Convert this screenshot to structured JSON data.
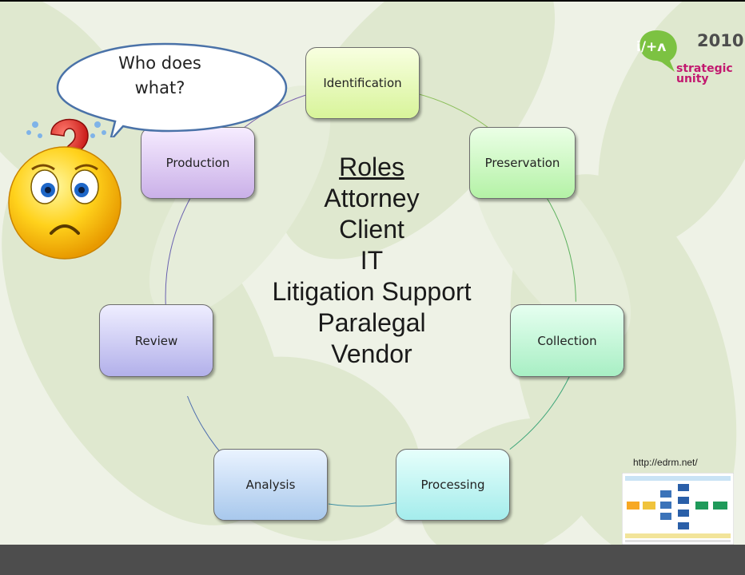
{
  "speech_bubble": {
    "text_line1": "Who does",
    "text_line2": "what?"
  },
  "logo": {
    "brand": "i/+ʌ",
    "year": "2010",
    "tagline_line1": "strategic",
    "tagline_line2": "unity"
  },
  "steps": [
    {
      "label": "Identification"
    },
    {
      "label": "Preservation"
    },
    {
      "label": "Collection"
    },
    {
      "label": "Processing"
    },
    {
      "label": "Analysis"
    },
    {
      "label": "Review"
    },
    {
      "label": "Production"
    }
  ],
  "center": {
    "title": "Roles",
    "roles": [
      "Attorney",
      "Client",
      "IT",
      "Litigation Support",
      "Paralegal",
      "Vendor"
    ]
  },
  "edrm": {
    "url": "http://edrm.net/"
  },
  "colors": {
    "logo_green": "#7cc242",
    "logo_magenta": "#c2186f",
    "footer_bar": "#4d4d4d",
    "connector_ring": "#6f8ab0",
    "smiley_yellow": "#ffd21c",
    "question_red": "#e41b17"
  },
  "icons": [
    "confused-smiley-icon",
    "question-mark-icon"
  ]
}
